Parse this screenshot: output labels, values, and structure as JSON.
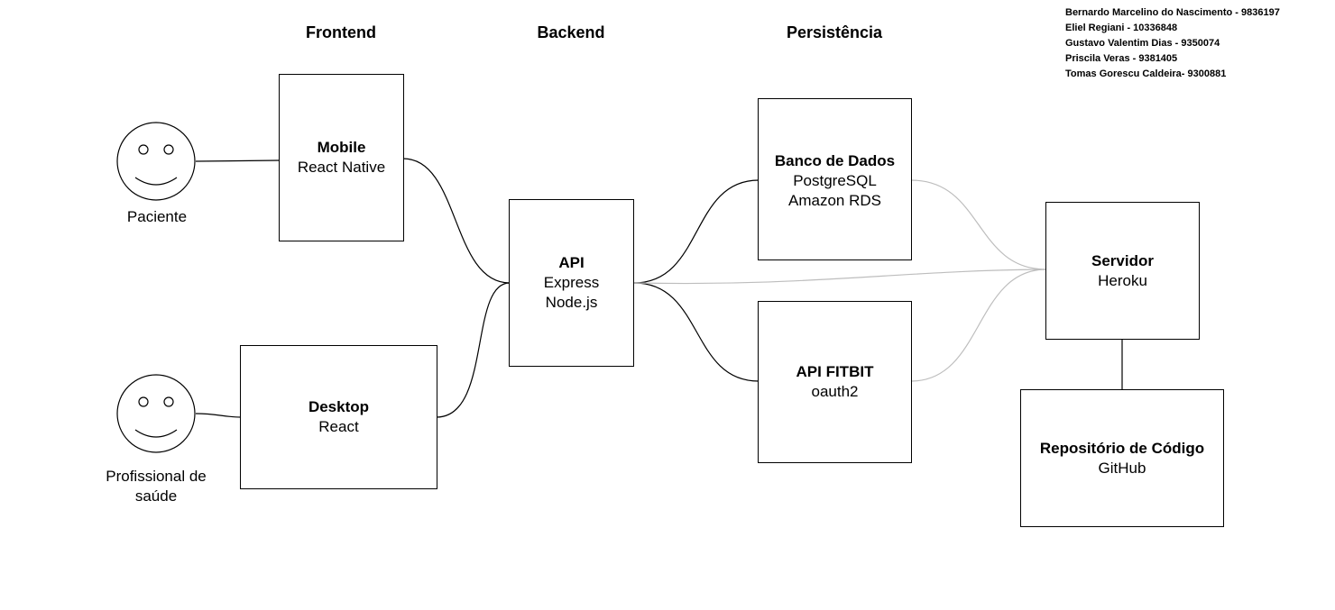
{
  "columns": {
    "frontend": "Frontend",
    "backend": "Backend",
    "persistence": "Persistência"
  },
  "authors": [
    "Bernardo Marcelino do Nascimento - 9836197",
    "Eliel Regiani - 10336848",
    "Gustavo Valentim Dias - 9350074",
    "Priscila Veras - 9381405",
    "Tomas Gorescu Caldeira- 9300881"
  ],
  "actors": {
    "paciente": {
      "label": "Paciente",
      "icon": "smiley-face-icon"
    },
    "profissional": {
      "label": "Profissional de saúde",
      "icon": "smiley-face-icon"
    }
  },
  "boxes": {
    "mobile": {
      "title": "Mobile",
      "lines": [
        "React Native"
      ]
    },
    "desktop": {
      "title": "Desktop",
      "lines": [
        "React"
      ]
    },
    "api": {
      "title": "API",
      "lines": [
        "Express",
        "Node.js"
      ]
    },
    "db": {
      "title": "Banco de Dados",
      "lines": [
        "PostgreSQL",
        "Amazon RDS"
      ]
    },
    "fitbit": {
      "title": "API FITBIT",
      "lines": [
        "oauth2"
      ]
    },
    "server": {
      "title": "Servidor",
      "lines": [
        "Heroku"
      ]
    },
    "repo": {
      "title": "Repositório de Código",
      "lines": [
        "GitHub"
      ]
    }
  },
  "colors": {
    "stroke": "#000000",
    "light_connector": "#bdbdbd"
  }
}
